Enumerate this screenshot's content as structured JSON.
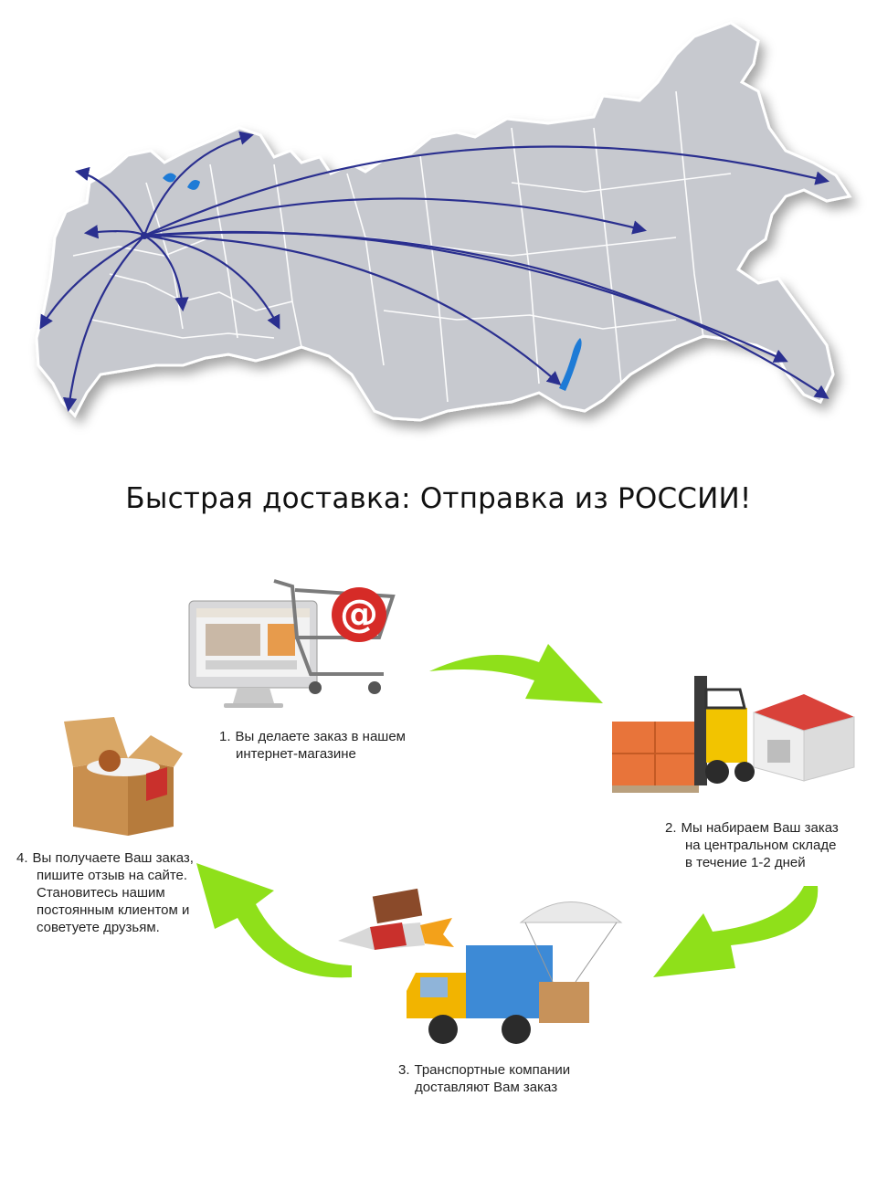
{
  "headline": "Быстрая доставка: Отправка из РОССИИ!",
  "colors": {
    "map_fill": "#c7c9cf",
    "map_border": "#ffffff",
    "route_arrow": "#2a2f8f",
    "lake": "#1e7bd6",
    "cycle_arrow": "#8fe01a"
  },
  "steps": [
    {
      "num": "1.",
      "lines": [
        "Вы делаете заказ в нашем",
        "интернет-магазине"
      ],
      "icon": "computer-cart-icon"
    },
    {
      "num": "2.",
      "lines": [
        "Мы набираем Ваш заказ",
        "на центральном складе",
        "в течение 1-2 дней"
      ],
      "icon": "warehouse-forklift-icon"
    },
    {
      "num": "3.",
      "lines": [
        "Транспортные компании",
        "доставляют Вам заказ"
      ],
      "icon": "delivery-truck-icon"
    },
    {
      "num": "4.",
      "lines": [
        "Вы получаете Ваш заказ,",
        "пишите отзыв на сайте.",
        "Становитесь нашим",
        "постоянным клиентом и",
        "советуете друзьям."
      ],
      "icon": "open-box-icon"
    }
  ]
}
